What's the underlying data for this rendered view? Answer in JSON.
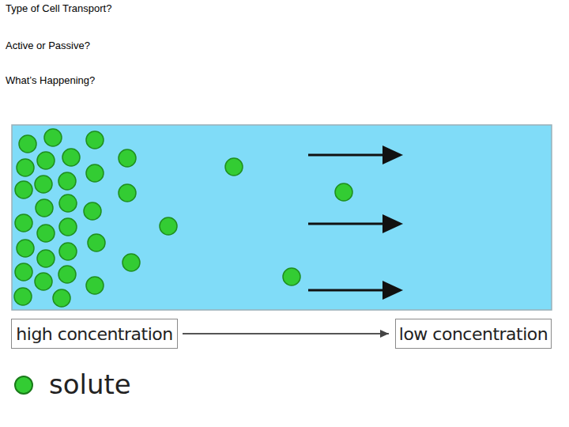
{
  "diagram": {
    "nodes": [
      {
        "text": [
          "high concentration"
        ]
      },
      {
        "text": [
          "low concentration"
        ]
      }
    ],
    "edges": [
      {
        "from": 0,
        "to": 1,
        "arrow": "to"
      }
    ],
    "labels": [
      "Type of Cell Transport?",
      "Active or Passive?",
      "What’s Happening?"
    ],
    "legend": [
      {
        "text": "solute",
        "color": "#33cc33"
      }
    ]
  }
}
